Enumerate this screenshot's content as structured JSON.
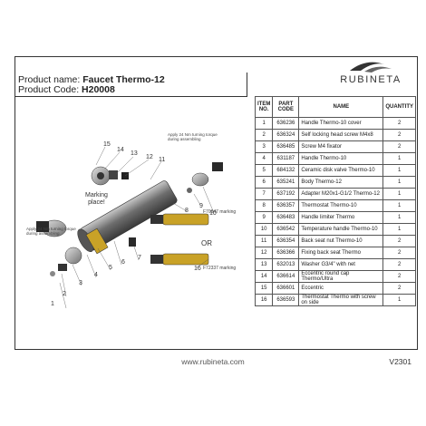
{
  "header": {
    "product_name_label": "Product name:",
    "product_name": "Faucet Thermo-12",
    "product_code_label": "Product Code:",
    "product_code": "H20008",
    "brand": "RUBINETA"
  },
  "drawing": {
    "callouts": [
      "1",
      "2",
      "3",
      "4",
      "5",
      "6",
      "7",
      "8",
      "9",
      "10",
      "11",
      "12",
      "13",
      "14",
      "15",
      "16"
    ],
    "notes": {
      "torque_top_line1": "Apply 24 Nm turning torque",
      "torque_top_line2": "during assembling",
      "torque_left_line1": "Apply 24 Nm turning torque",
      "torque_left_line2": "during assembling",
      "marking_place_line1": "Marking",
      "marking_place_line2": "place!",
      "marking_a": "F70847 marking",
      "marking_b": "F72337 marking",
      "or": "OR"
    }
  },
  "table": {
    "headers": {
      "item": "ITEM NO.",
      "code": "PART CODE",
      "name": "NAME",
      "qty": "QUANTITY"
    },
    "rows": [
      {
        "no": "1",
        "code": "636236",
        "name": "Handle Thermo-10 cover",
        "qty": "2"
      },
      {
        "no": "2",
        "code": "636324",
        "name": "Self locking head screw  M4x8",
        "qty": "2"
      },
      {
        "no": "3",
        "code": "636485",
        "name": "Screw M4  fixator",
        "qty": "2"
      },
      {
        "no": "4",
        "code": "631187",
        "name": "Handle Thermo-10",
        "qty": "1"
      },
      {
        "no": "5",
        "code": "684132",
        "name": "Ceramic disk valve Thermo-10",
        "qty": "1"
      },
      {
        "no": "6",
        "code": "635241",
        "name": "Body  Thermo-12",
        "qty": "1"
      },
      {
        "no": "7",
        "code": "637192",
        "name": "Adapter M20x1-G1/2  Thermo-12",
        "qty": "1"
      },
      {
        "no": "8",
        "code": "636357",
        "name": "Thermostat Thermo-10",
        "qty": "1"
      },
      {
        "no": "9",
        "code": "636483",
        "name": "Handle limiter  Thermo",
        "qty": "1"
      },
      {
        "no": "10",
        "code": "636542",
        "name": "Temperature handle Thermo-10",
        "qty": "1"
      },
      {
        "no": "11",
        "code": "636354",
        "name": "Back seat nut Thermo-10",
        "qty": "2"
      },
      {
        "no": "12",
        "code": "636366",
        "name": "Fixing back seat Thermo",
        "qty": "2"
      },
      {
        "no": "13",
        "code": "632013",
        "name": "Washer G3/4\" with net",
        "qty": "2"
      },
      {
        "no": "14",
        "code": "636614",
        "name": "Eccentric round cap Thermo/Ultra",
        "qty": "2"
      },
      {
        "no": "15",
        "code": "636601",
        "name": "Eccentric",
        "qty": "2"
      },
      {
        "no": "16",
        "code": "636593",
        "name": "Thermostat Thermo with screw on side",
        "qty": "1"
      }
    ]
  },
  "footer": {
    "url": "www.rubineta.com",
    "version": "V2301"
  },
  "colors": {
    "line": "#333333",
    "part_dark": "#2a2a2a",
    "part_mid": "#8a8a8a",
    "brass": "#c9a227"
  }
}
